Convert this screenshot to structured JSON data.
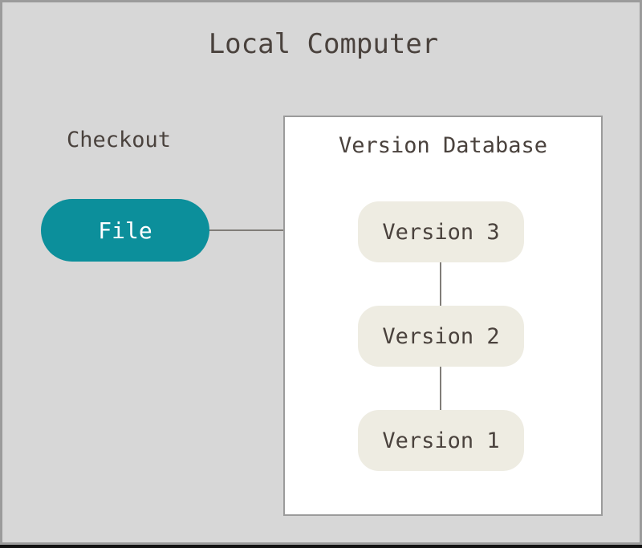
{
  "diagram": {
    "title": "Local Computer",
    "colors": {
      "plate_background": "#d7d7d7",
      "plate_border": "#9b9b9b",
      "panel_background": "#ffffff",
      "panel_border": "#9b9b9b",
      "file_pill": "#0c8f9b",
      "file_pill_text": "#ffffff",
      "version_pill": "#eeece2",
      "text": "#4a423d",
      "connector": "#807d78"
    },
    "checkout": {
      "label": "Checkout",
      "node": {
        "label": "File"
      }
    },
    "version_database": {
      "title": "Version Database",
      "versions": [
        {
          "label": "Version 3"
        },
        {
          "label": "Version 2"
        },
        {
          "label": "Version 1"
        }
      ]
    },
    "connectors": [
      {
        "name": "file-to-version-3",
        "from": "File",
        "to": "Version 3"
      },
      {
        "name": "version-3-to-version-2",
        "from": "Version 3",
        "to": "Version 2"
      },
      {
        "name": "version-2-to-version-1",
        "from": "Version 2",
        "to": "Version 1"
      }
    ]
  }
}
